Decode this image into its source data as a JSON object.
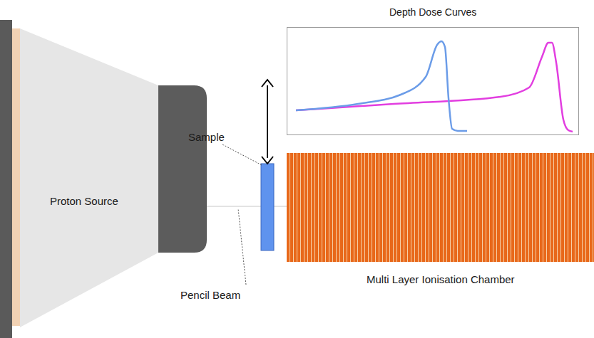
{
  "diagram": {
    "nodes": [
      {
        "text": [
          "Proton Source"
        ]
      },
      {
        "text": [
          "Depth Dose Curves"
        ]
      },
      {
        "text": [
          "Multi Layer Ionisation Chamber"
        ]
      }
    ],
    "labels": [
      "Sample",
      "Pencil Beam"
    ]
  }
}
